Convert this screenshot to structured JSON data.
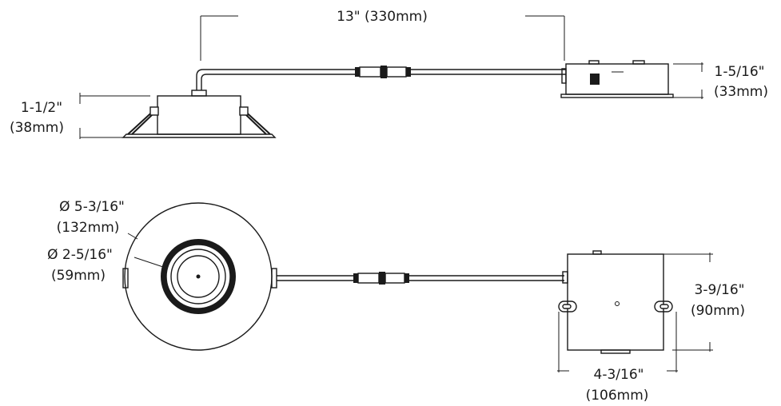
{
  "dimensions": {
    "cable_length": {
      "imperial": "13\" (330mm)"
    },
    "fixture_height": {
      "imperial": "1-1/2\"",
      "metric": "(38mm)"
    },
    "box_height": {
      "imperial": "1-5/16\"",
      "metric": "(33mm)"
    },
    "trim_diameter": {
      "imperial": "Ø 5-3/16\"",
      "metric": "(132mm)"
    },
    "aperture_diameter": {
      "imperial": "Ø 2-5/16\"",
      "metric": "(59mm)"
    },
    "box_depth": {
      "imperial": "3-9/16\"",
      "metric": "(90mm)"
    },
    "box_width": {
      "imperial": "4-3/16\"",
      "metric": "(106mm)"
    }
  }
}
